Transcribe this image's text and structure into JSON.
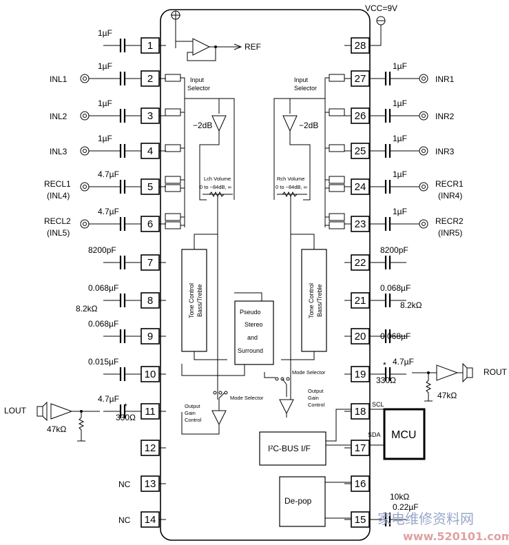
{
  "supply": {
    "vcc": "VCC=9V"
  },
  "left_pins": [
    {
      "num": "1",
      "label": "",
      "cap": "1µF"
    },
    {
      "num": "2",
      "label": "INL1",
      "cap": "1µF"
    },
    {
      "num": "3",
      "label": "INL2",
      "cap": "1µF"
    },
    {
      "num": "4",
      "label": "INL3",
      "cap": "1µF"
    },
    {
      "num": "5",
      "label": "RECL1",
      "label2": "(INL4)",
      "cap": "4.7µF"
    },
    {
      "num": "6",
      "label": "RECL2",
      "label2": "(INL5)",
      "cap": "4.7µF"
    },
    {
      "num": "7",
      "label": "",
      "cap": "8200pF"
    },
    {
      "num": "8",
      "label": "",
      "cap": "0.068µF"
    },
    {
      "num": "9",
      "label": "",
      "cap": "0.068µF"
    },
    {
      "num": "10",
      "label": "",
      "cap": "0.015µF"
    },
    {
      "num": "11",
      "label": "LOUT",
      "cap": "4.7µF"
    },
    {
      "num": "12",
      "label": "",
      "cap": ""
    },
    {
      "num": "13",
      "label": "NC",
      "cap": ""
    },
    {
      "num": "14",
      "label": "NC",
      "cap": ""
    }
  ],
  "right_pins": [
    {
      "num": "28",
      "label": "",
      "cap": ""
    },
    {
      "num": "27",
      "label": "INR1",
      "cap": "1µF"
    },
    {
      "num": "26",
      "label": "INR2",
      "cap": "1µF"
    },
    {
      "num": "25",
      "label": "INR3",
      "cap": "1µF"
    },
    {
      "num": "24",
      "label": "RECR1",
      "label2": "(INR4)",
      "cap": "1µF"
    },
    {
      "num": "23",
      "label": "RECR2",
      "label2": "(INR5)",
      "cap": "1µF"
    },
    {
      "num": "22",
      "label": "",
      "cap": "8200pF"
    },
    {
      "num": "21",
      "label": "",
      "cap": "0.068µF"
    },
    {
      "num": "20",
      "label": "",
      "cap": "0.068µF"
    },
    {
      "num": "19",
      "label": "ROUT",
      "cap": "4.7µF"
    },
    {
      "num": "18",
      "label": "SCL",
      "cap": ""
    },
    {
      "num": "17",
      "label": "SDA",
      "cap": ""
    },
    {
      "num": "16",
      "label": "",
      "cap": ""
    },
    {
      "num": "15",
      "label": "",
      "cap": "0.22µF"
    }
  ],
  "components": {
    "r_left_tone": "8.2kΩ",
    "r_right_tone": "8.2kΩ",
    "r_left_out": "330Ω",
    "r_right_out": "330Ω",
    "r_left_load": "47kΩ",
    "r_right_load": "47kΩ",
    "r_depop": "10kΩ",
    "star": "*"
  },
  "blocks": {
    "ref": "REF",
    "input_selector_l_1": "Input",
    "input_selector_l_2": "Selector",
    "input_selector_r_1": "Input",
    "input_selector_r_2": "Selector",
    "att_l": "−2dB",
    "att_r": "−2dB",
    "lch_volume_1": "Lch Volume",
    "lch_volume_2": "0 to −84dB, ∞",
    "rch_volume_1": "Rch Volume",
    "rch_volume_2": "0 to −84dB, ∞",
    "tone_1": "Tone Control",
    "tone_2": "Bass/Treble",
    "pseudo_1": "Pseudo",
    "pseudo_2": "Stereo",
    "pseudo_3": "and",
    "pseudo_4": "Surround",
    "mode_sel_l": "Mode Selector",
    "mode_sel_r": "Mode Selector",
    "ogc_1": "Output",
    "ogc_2": "Gain",
    "ogc_3": "Control",
    "i2c": "I²C-BUS I/F",
    "mcu": "MCU",
    "depop": "De-pop"
  },
  "watermark": {
    "text": "家电维修资料网",
    "url": "www.520101.com"
  }
}
